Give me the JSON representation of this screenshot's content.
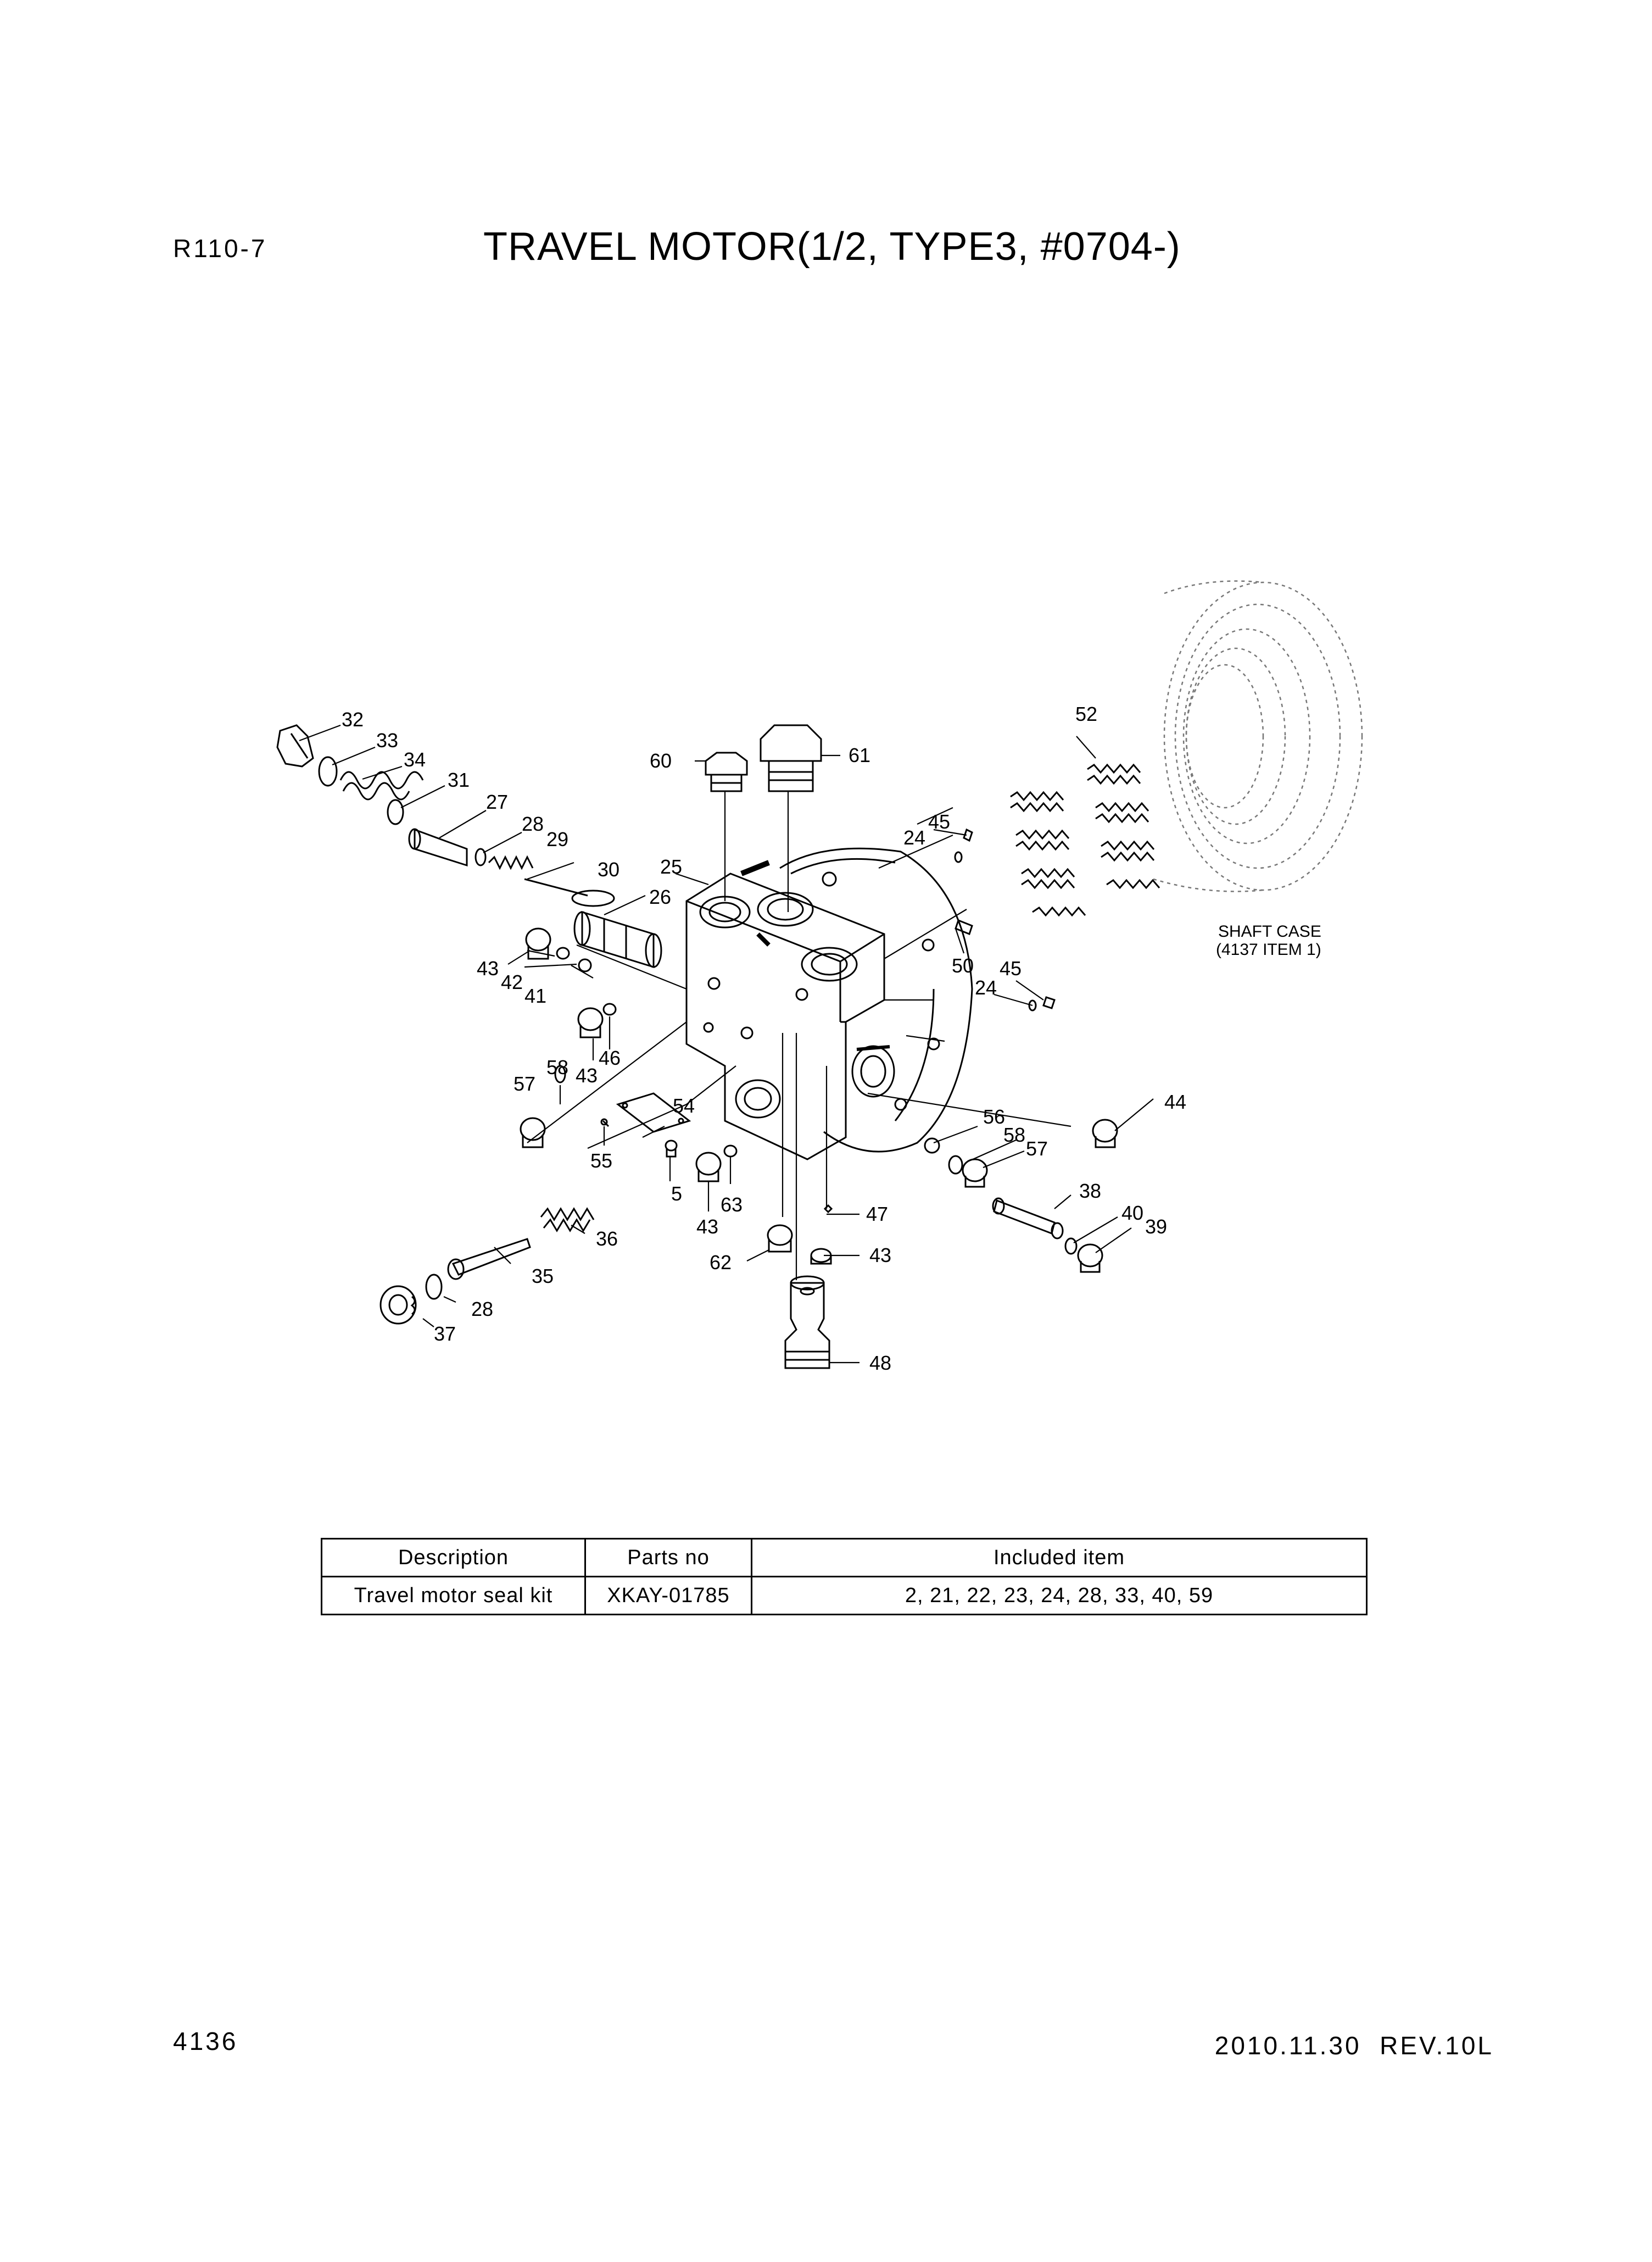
{
  "header": {
    "model": "R110-7",
    "title": "TRAVEL MOTOR(1/2, TYPE3, #0704-)"
  },
  "diagram": {
    "shaft_case_label_1": "SHAFT CASE",
    "shaft_case_label_2": "(4137 ITEM 1)",
    "callouts": {
      "c5": "5",
      "c24a": "24",
      "c24b": "24",
      "c25": "25",
      "c26": "26",
      "c27": "27",
      "c28a": "28",
      "c28b": "28",
      "c29": "29",
      "c30": "30",
      "c31": "31",
      "c32": "32",
      "c33": "33",
      "c34": "34",
      "c35": "35",
      "c36": "36",
      "c37": "37",
      "c38": "38",
      "c39": "39",
      "c40": "40",
      "c41": "41",
      "c42": "42",
      "c43a": "43",
      "c43b": "43",
      "c43c": "43",
      "c43d": "43",
      "c44": "44",
      "c45a": "45",
      "c45b": "45",
      "c46": "46",
      "c47": "47",
      "c48": "48",
      "c50": "50",
      "c52": "52",
      "c54": "54",
      "c55": "55",
      "c56": "56",
      "c57a": "57",
      "c57b": "57",
      "c58a": "58",
      "c58b": "58",
      "c60": "60",
      "c61": "61",
      "c62": "62",
      "c63": "63"
    }
  },
  "kit_table": {
    "headers": [
      "Description",
      "Parts no",
      "Included item"
    ],
    "rows": [
      [
        "Travel motor seal kit",
        "XKAY-01785",
        "2, 21, 22, 23, 24, 28, 33, 40, 59"
      ]
    ]
  },
  "footer": {
    "page_number": "4136",
    "revision": "2010.11.30  REV.10L"
  }
}
